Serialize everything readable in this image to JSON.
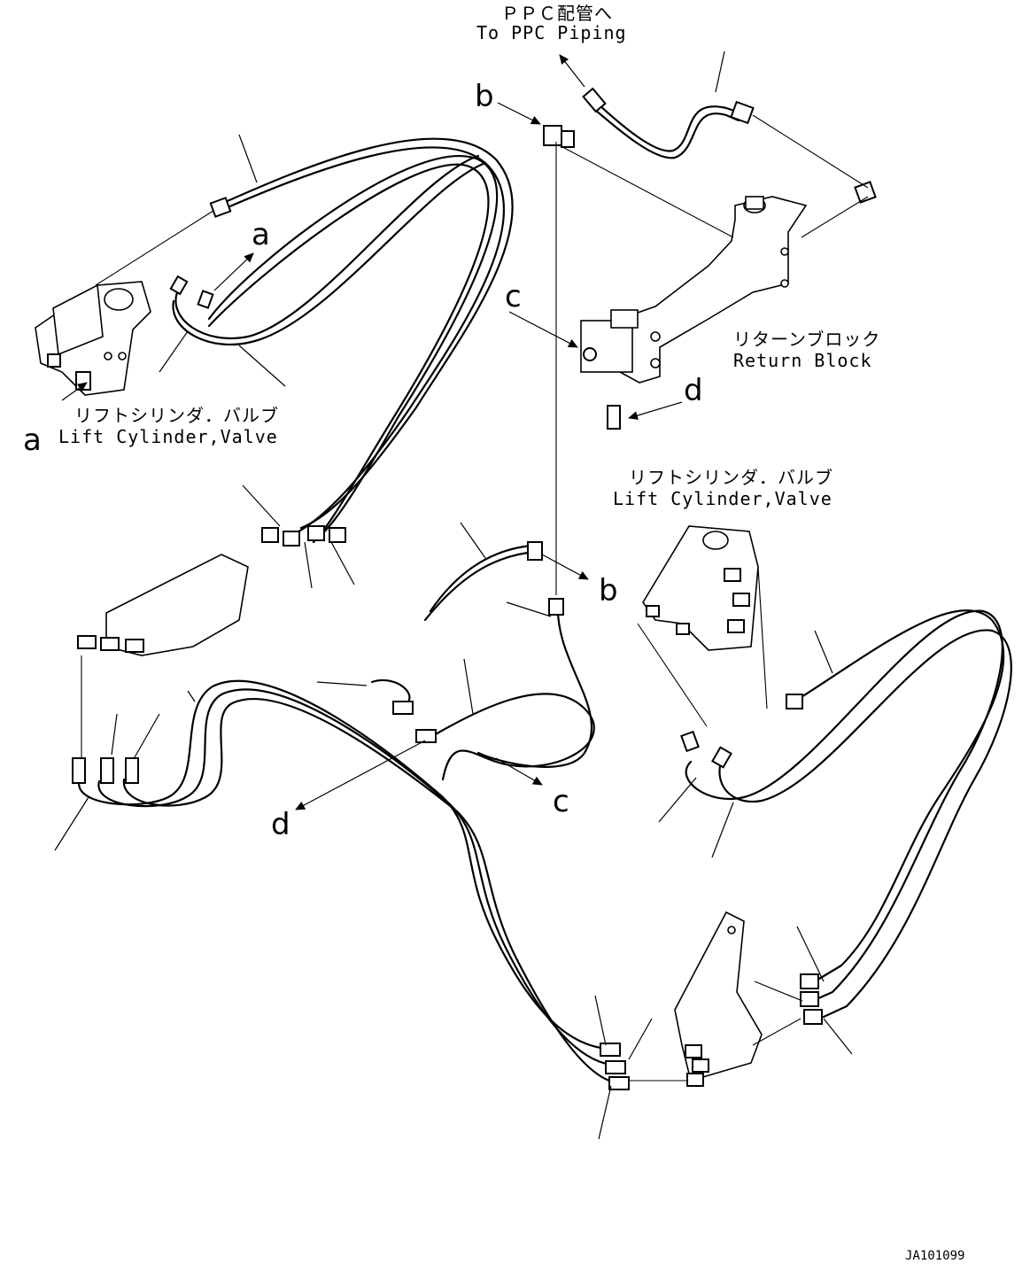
{
  "labels": {
    "ppc_jp": "ＰＰＣ配管へ",
    "ppc_en": "To PPC Piping",
    "return_jp": "リターンブロック",
    "return_en": "Return Block",
    "lift_left_jp": "リフトシリンダ．バルブ",
    "lift_left_en": "Lift Cylinder,Valve",
    "lift_right_jp": "リフトシリンダ．バルブ",
    "lift_right_en": "Lift Cylinder,Valve"
  },
  "callouts": {
    "a_top": "a",
    "a_left": "a",
    "b_top": "b",
    "b_mid": "b",
    "c_top": "c",
    "c_mid": "c",
    "d_top": "d",
    "d_mid": "d"
  },
  "drawing_code": "JA101099"
}
